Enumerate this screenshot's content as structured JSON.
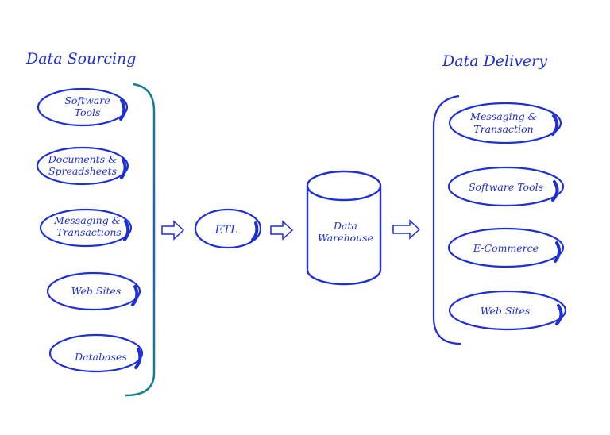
{
  "sourcing": {
    "title": "Data Sourcing",
    "items": [
      {
        "lines": [
          "Software",
          "Tools"
        ]
      },
      {
        "lines": [
          "Documents &",
          "Spreadsheets"
        ]
      },
      {
        "lines": [
          "Messaging &",
          "Transactions"
        ]
      },
      {
        "lines": [
          "Web Sites"
        ]
      },
      {
        "lines": [
          "Databases"
        ]
      }
    ]
  },
  "process": {
    "etl": "ETL",
    "warehouse": [
      "Data",
      "Warehouse"
    ]
  },
  "delivery": {
    "title": "Data Delivery",
    "items": [
      {
        "lines": [
          "Messaging &",
          "Transaction"
        ]
      },
      {
        "lines": [
          "Software Tools"
        ]
      },
      {
        "lines": [
          "E-Commerce"
        ]
      },
      {
        "lines": [
          "Web Sites"
        ]
      }
    ]
  },
  "colors": {
    "ink": "#1f2fd6",
    "left_bracket": "#1a7a9a"
  }
}
